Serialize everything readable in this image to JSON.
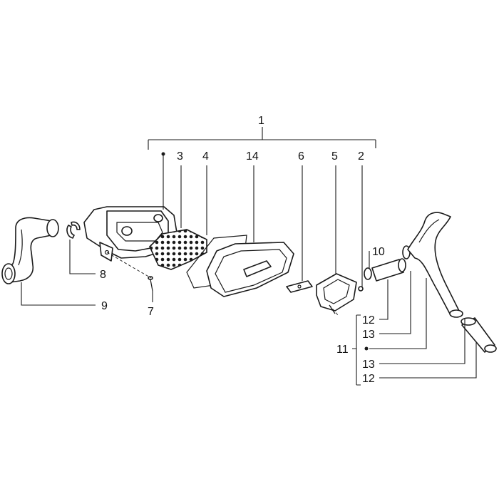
{
  "callouts": {
    "c1": "1",
    "c2": "2",
    "c3": "3",
    "c4": "4",
    "c5": "5",
    "c6": "6",
    "c7": "7",
    "c8": "8",
    "c9": "9",
    "c10": "10",
    "c11": "11",
    "c12a": "12",
    "c12b": "12",
    "c13a": "13",
    "c13b": "13",
    "c14": "14"
  },
  "colors": {
    "line": "#1a1a1a",
    "background": "#ffffff"
  }
}
